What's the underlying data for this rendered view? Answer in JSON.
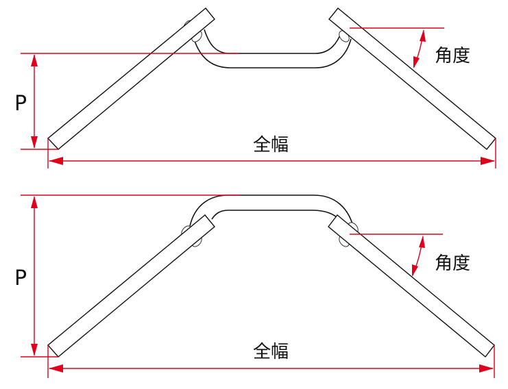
{
  "diagrams": [
    {
      "name": "upswept-bar",
      "pullback_label": "P",
      "width_label": "全幅",
      "angle_label": "角度"
    },
    {
      "name": "raised-bar",
      "pullback_label": "P",
      "width_label": "全幅",
      "angle_label": "角度"
    }
  ],
  "colors": {
    "dimension": "#e0001b",
    "outline": "#111111"
  }
}
